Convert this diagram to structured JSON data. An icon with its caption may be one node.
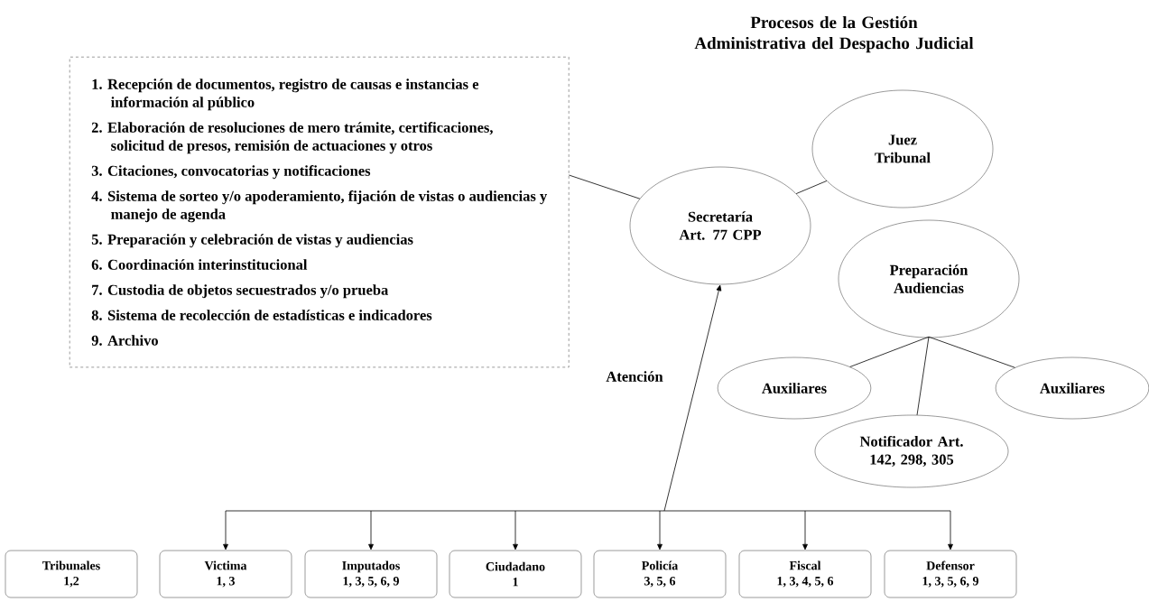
{
  "diagram": {
    "title": "Procesos de la Gestión Administrativa del Despacho Judicial",
    "nodes": [
      {
        "text": [
          "1. Recepción de documentos, registro de causas e instancias e información al público",
          "2. Elaboración de resoluciones de mero trámite, certificaciones, solicitud de presos, remisión de actuaciones y otros",
          "3. Citaciones, convocatorias y notificaciones",
          "4. Sistema de sorteo y/o apoderamiento, fijación de vistas o audiencias y manejo de agenda",
          "5. Preparación y celebración de vistas y audiencias",
          "6. Coordinación interinstitucional",
          "7. Custodia de objetos secuestrados y/o prueba",
          "8. Sistema de recolección de estadísticas e indicadores",
          "9. Archivo"
        ]
      },
      {
        "text": [
          "Juez Tribunal"
        ]
      },
      {
        "text": [
          "Secretaría Art. 77 CPP"
        ]
      },
      {
        "text": [
          "Preparación Audiencias"
        ]
      },
      {
        "text": [
          "Auxiliares"
        ]
      },
      {
        "text": [
          "Notificador Art. 142, 298, 305"
        ]
      },
      {
        "text": [
          "Auxiliares"
        ]
      },
      {
        "text": [
          "Tribunales",
          "1,2"
        ]
      },
      {
        "text": [
          "Victima",
          "1, 3"
        ]
      },
      {
        "text": [
          "Imputados",
          "1, 3, 5, 6, 9"
        ]
      },
      {
        "text": [
          "Ciudadano",
          "1"
        ]
      },
      {
        "text": [
          "Policía",
          "3, 5, 6"
        ]
      },
      {
        "text": [
          "Fiscal",
          "1, 3, 4, 5, 6"
        ]
      },
      {
        "text": [
          "Defensor",
          "1, 3, 5, 6, 9"
        ]
      }
    ],
    "edges": [
      {
        "from": 0,
        "to": 2,
        "arrow": "none"
      },
      {
        "from": 2,
        "to": 1,
        "arrow": "none"
      },
      {
        "from": 3,
        "to": 4,
        "arrow": "none"
      },
      {
        "from": 3,
        "to": 5,
        "arrow": "none"
      },
      {
        "from": 3,
        "to": 6,
        "arrow": "none"
      },
      {
        "from": 2,
        "to": 8,
        "arrow": "both"
      },
      {
        "from": 2,
        "to": 9,
        "arrow": "both"
      },
      {
        "from": 2,
        "to": 10,
        "arrow": "both"
      },
      {
        "from": 2,
        "to": 11,
        "arrow": "both"
      },
      {
        "from": 2,
        "to": 12,
        "arrow": "both"
      },
      {
        "from": 2,
        "to": 13,
        "arrow": "both"
      }
    ],
    "labels": [
      "Atención"
    ]
  }
}
